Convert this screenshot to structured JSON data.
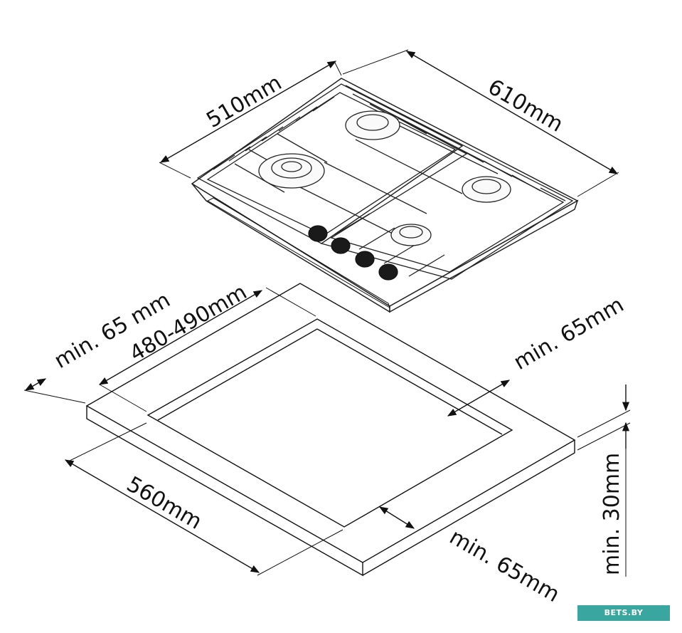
{
  "labels": {
    "hob_width": "510mm",
    "hob_depth": "610mm",
    "cutout_depth": "480-490mm",
    "clearance_back": "min. 65 mm",
    "clearance_right": "min. 65mm",
    "cutout_width": "560mm",
    "clearance_front": "min. 65mm",
    "worktop_thickness": "min. 30mm"
  },
  "watermark": "BETS.BY"
}
